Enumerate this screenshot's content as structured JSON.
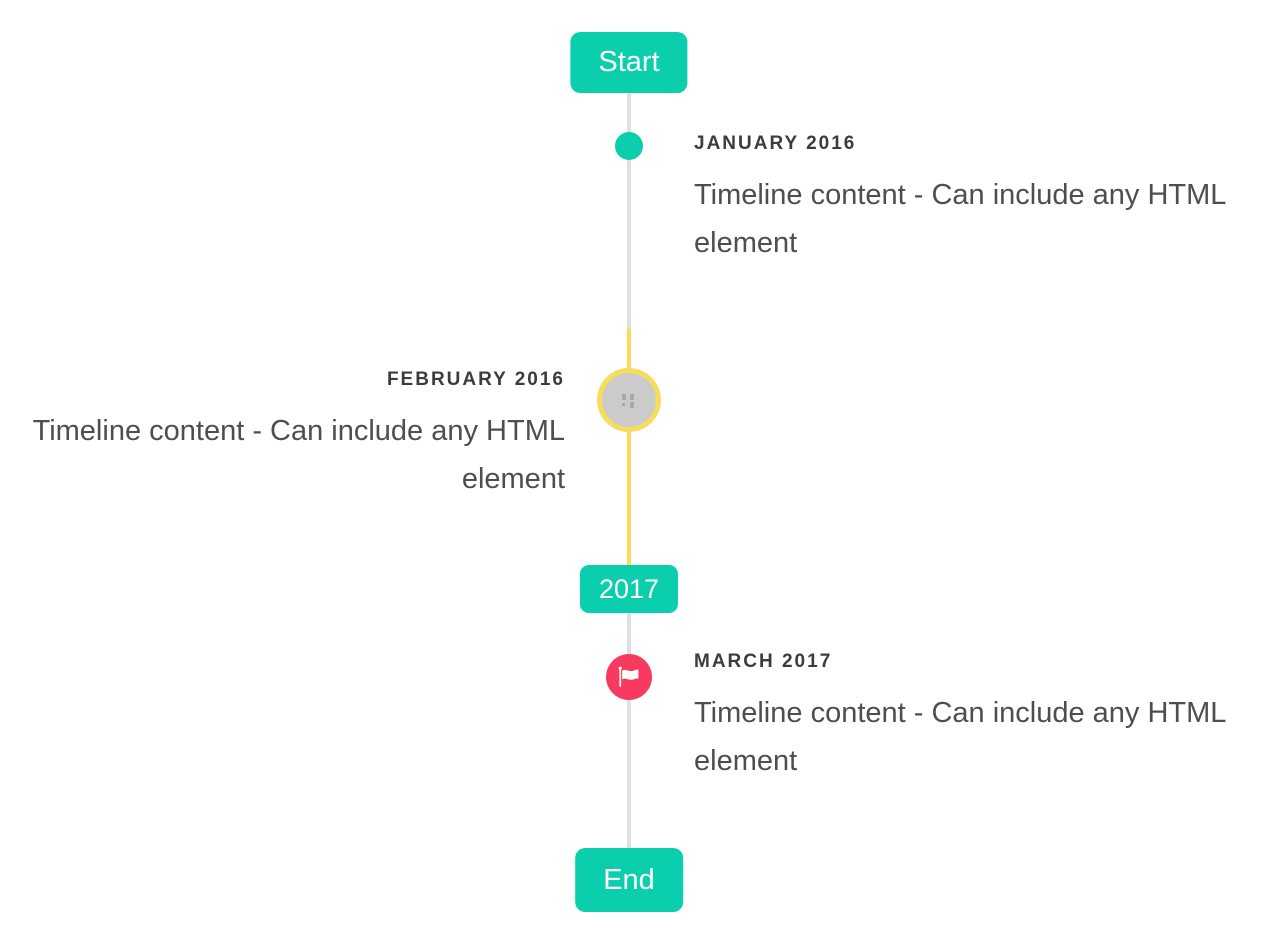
{
  "colors": {
    "teal": "#0bceac",
    "yellow": "#f8dd5b",
    "red": "#f93a5f",
    "line_gray": "#e0e0e0",
    "heading": "#3c3c3c",
    "body": "#4e4e4e",
    "image_placeholder_gray": "#cbcbcb"
  },
  "timeline": {
    "start_label": "Start",
    "end_label": "End",
    "year_badge": "2017",
    "entries": [
      {
        "date": "JANUARY 2016",
        "content": "Timeline content - Can include any HTML element",
        "side": "right",
        "marker": "teal-dot"
      },
      {
        "date": "FEBRUARY 2016",
        "content": "Timeline content - Can include any HTML element",
        "side": "left",
        "marker": "image-circle-yellow-ring"
      },
      {
        "date": "MARCH 2017",
        "content": "Timeline content - Can include any HTML element",
        "side": "right",
        "marker": "flag-circle-red"
      }
    ]
  }
}
